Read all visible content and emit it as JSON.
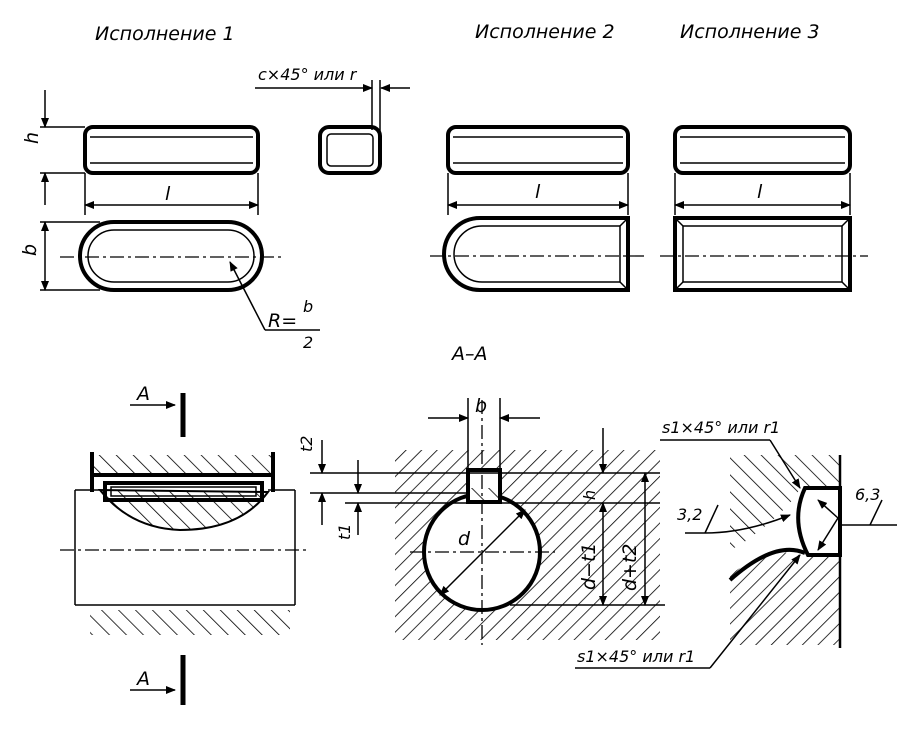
{
  "titles": {
    "variant1": "Исполнение 1",
    "variant2": "Исполнение 2",
    "variant3": "Исполнение 3"
  },
  "labels": {
    "chamfer": "c×45° или r",
    "h": "h",
    "l1": "l",
    "l2": "l",
    "l3": "l",
    "b": "b",
    "radius": "R=",
    "radius_num": "b",
    "radius_den": "2",
    "section": "A–A",
    "section_a_top": "A",
    "section_a_bottom": "A",
    "t2": "t2",
    "t1": "t1",
    "b_hub": "b",
    "d": "d",
    "h_hub": "h",
    "d_minus_t1": "d−t1",
    "d_plus_t2": "d+t2",
    "s1_top": "s1×45° или r1",
    "s1_bottom": "s1×45° или r1",
    "roughness_32": "3,2",
    "roughness_63": "6,3"
  }
}
